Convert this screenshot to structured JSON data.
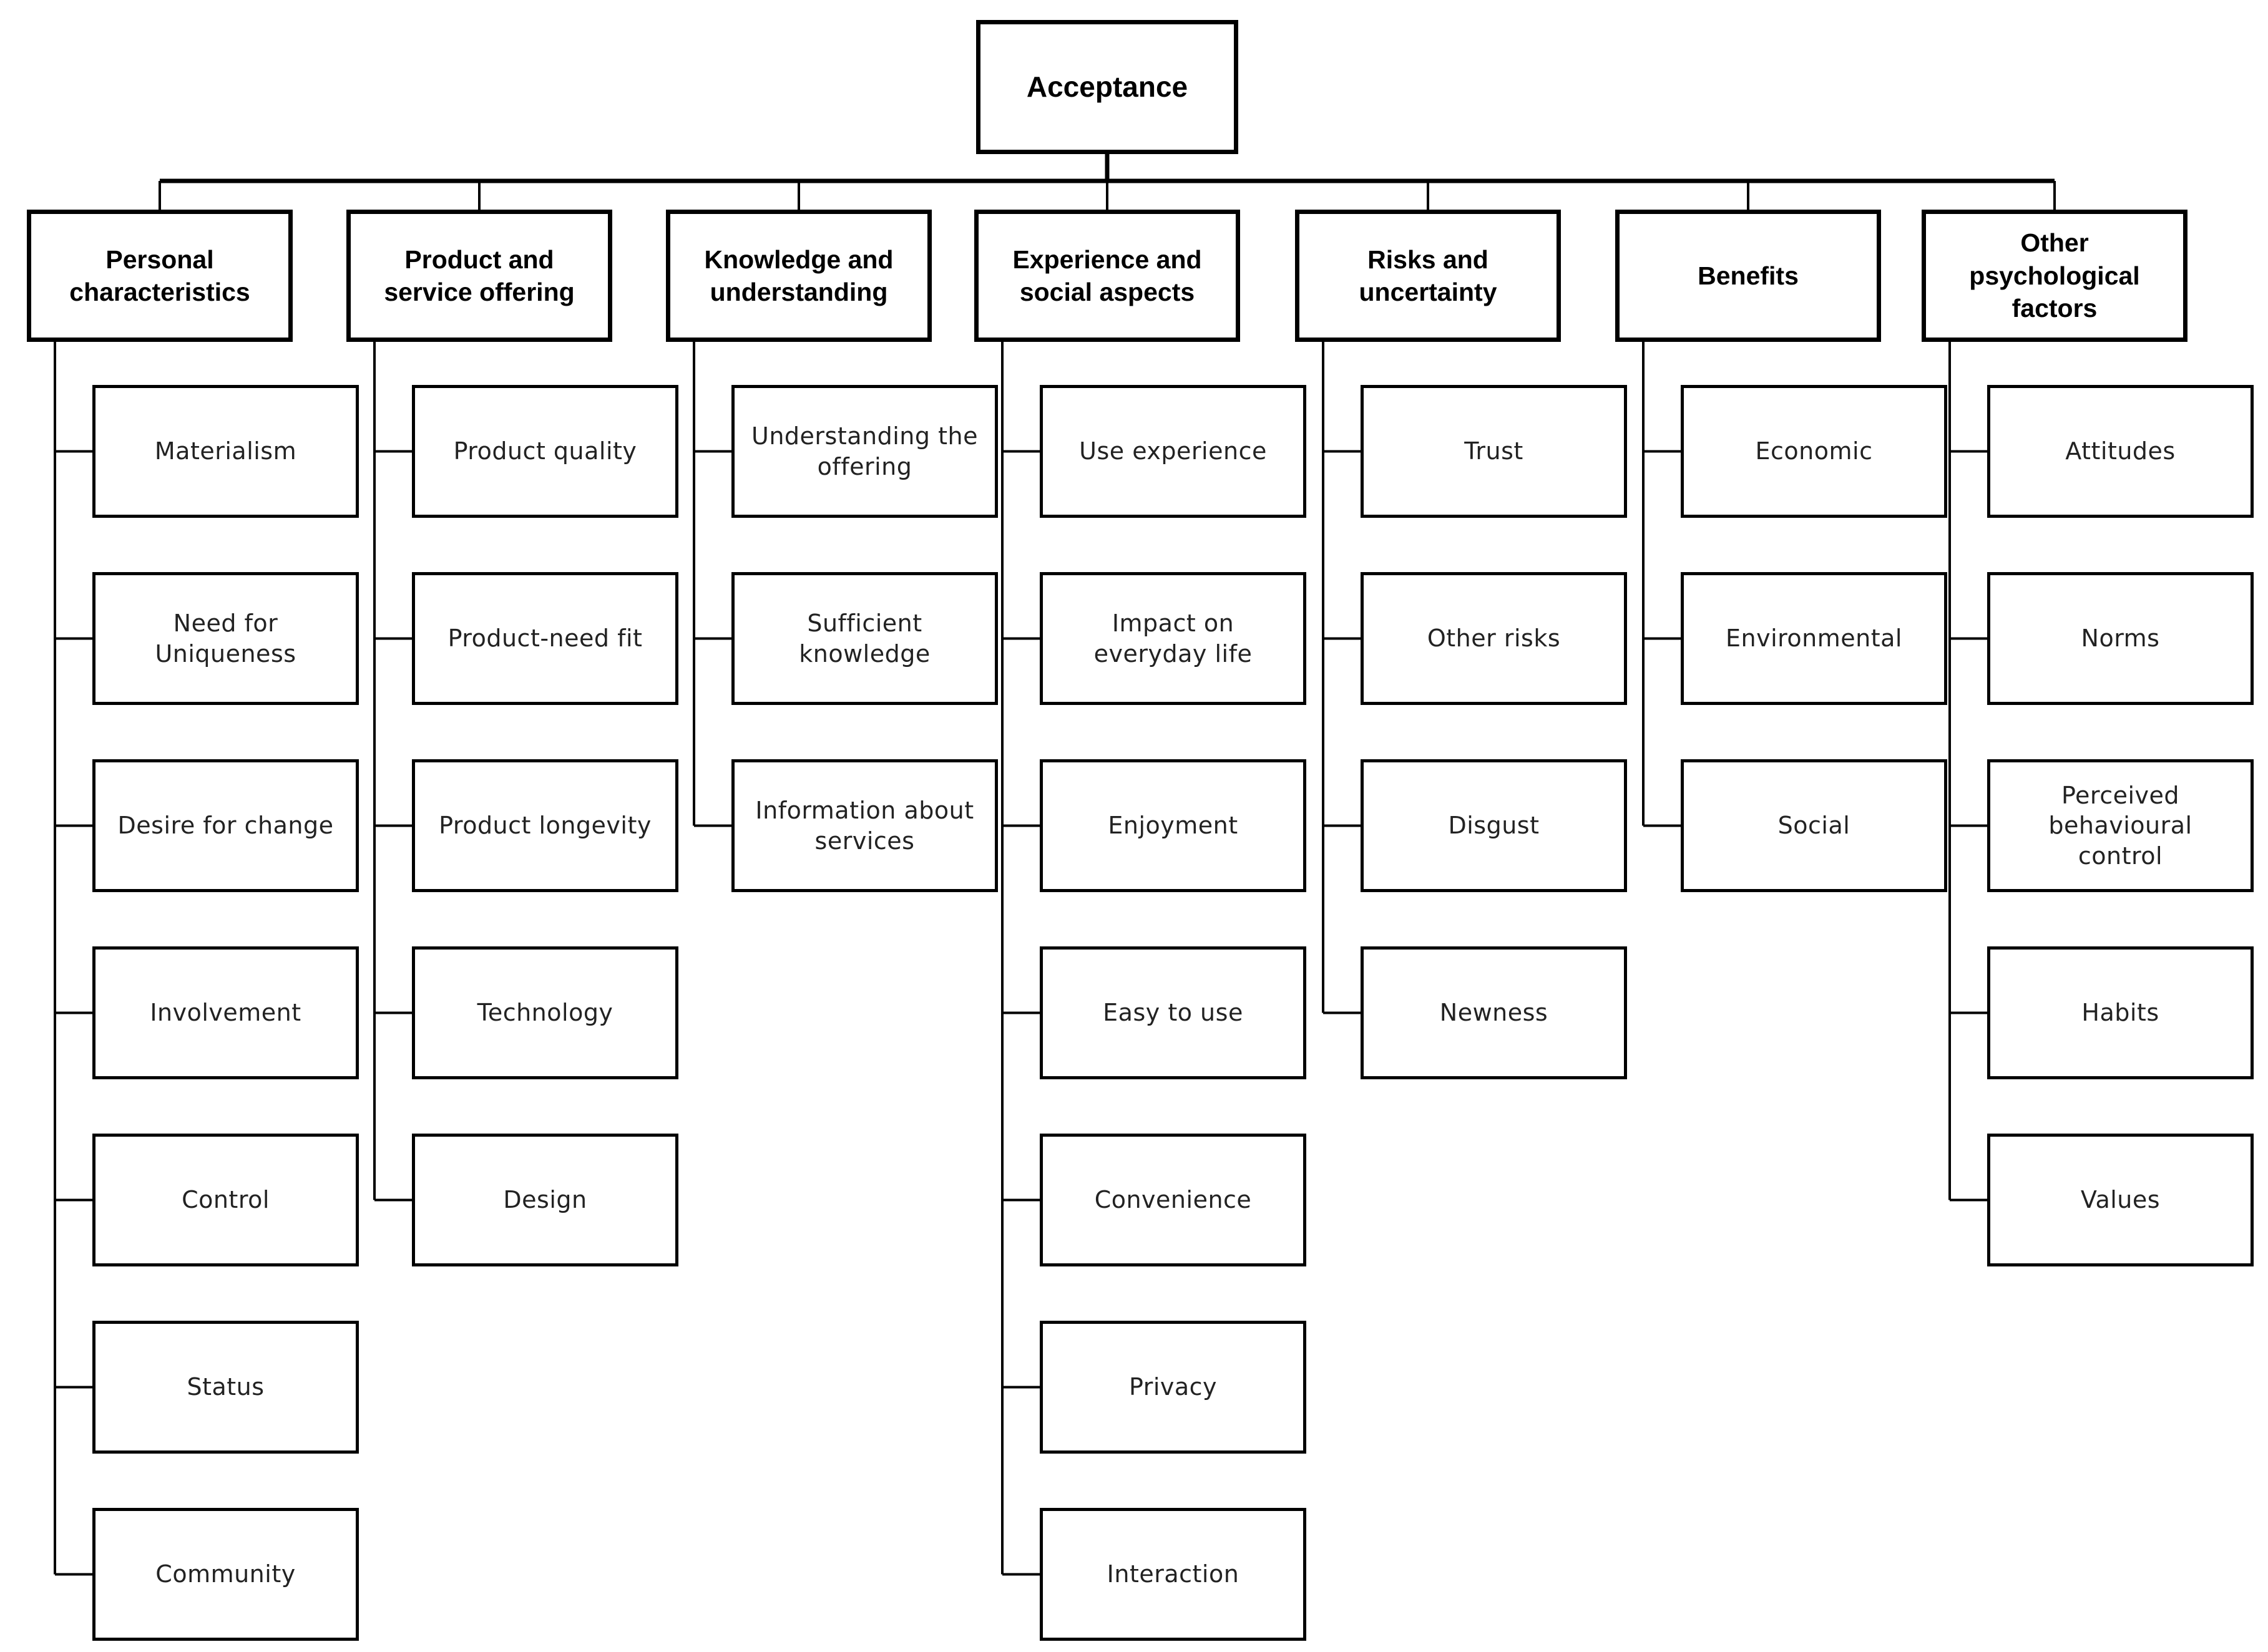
{
  "root": {
    "label": "Acceptance"
  },
  "columns": [
    {
      "label": "Personal characteristics",
      "children": [
        "Materialism",
        "Need for Uniqueness",
        "Desire for change",
        "Involvement",
        "Control",
        "Status",
        "Community"
      ]
    },
    {
      "label": "Product and service offering",
      "children": [
        "Product quality",
        "Product-need fit",
        "Product longevity",
        "Technology",
        "Design"
      ]
    },
    {
      "label": "Knowledge and understanding",
      "children": [
        "Understanding the offering",
        "Sufficient knowledge",
        "Information about services"
      ]
    },
    {
      "label": "Experience and social aspects",
      "children": [
        "Use experience",
        "Impact on everyday life",
        "Enjoyment",
        "Easy to use",
        "Convenience",
        "Privacy",
        "Interaction"
      ]
    },
    {
      "label": "Risks and uncertainty",
      "children": [
        "Trust",
        "Other risks",
        "Disgust",
        "Newness"
      ]
    },
    {
      "label": "Benefits",
      "children": [
        "Economic",
        "Environmental",
        "Social"
      ]
    },
    {
      "label": "Other psychological factors",
      "children": [
        "Attitudes",
        "Norms",
        "Perceived behavioural control",
        "Habits",
        "Values"
      ]
    }
  ],
  "colors": {
    "border": "#000000",
    "background": "#ffffff",
    "connector": "#000000"
  }
}
